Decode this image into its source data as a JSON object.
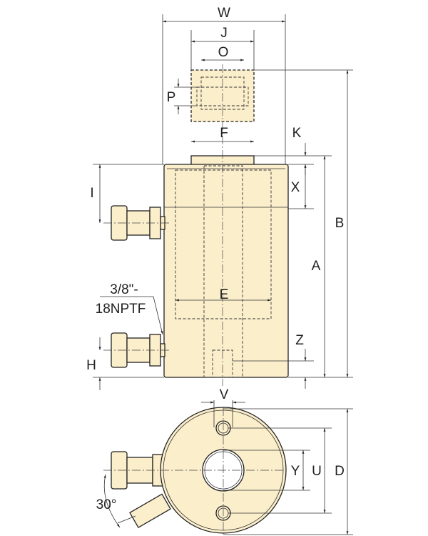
{
  "labels": {
    "W": "W",
    "J": "J",
    "O": "O",
    "P": "P",
    "F": "F",
    "K": "K",
    "X": "X",
    "I": "I",
    "B": "B",
    "A": "A",
    "E": "E",
    "thread1": "3/8\"-",
    "thread2": "18NPTF",
    "Z": "Z",
    "H": "H",
    "V": "V",
    "Y": "Y",
    "U": "U",
    "D": "D",
    "angle": "30°"
  },
  "colors": {
    "body": "#fbeecb",
    "line": "#222222"
  }
}
